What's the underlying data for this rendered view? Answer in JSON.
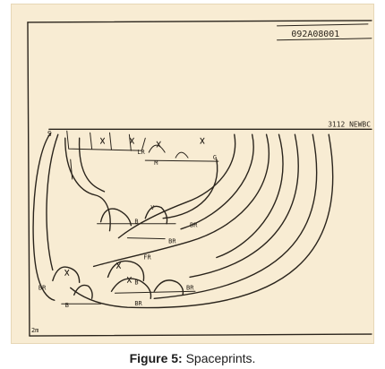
{
  "figure": {
    "id_code": "092A08001",
    "street_label": "3112 NEWBC",
    "caption_label": "Figure 5:",
    "caption_text": " Spaceprints.",
    "annotations": {
      "s": "S",
      "lr": "LR",
      "m": "M",
      "g": "G",
      "b_center": "B",
      "v": "V",
      "br_right": "BR",
      "br_mid": "BR",
      "fr": "FR",
      "br_left": "BR",
      "b_left": "B",
      "b_low": "B",
      "br_low": "BR",
      "br_bottom": "BR",
      "corner_mark": "2m"
    }
  }
}
